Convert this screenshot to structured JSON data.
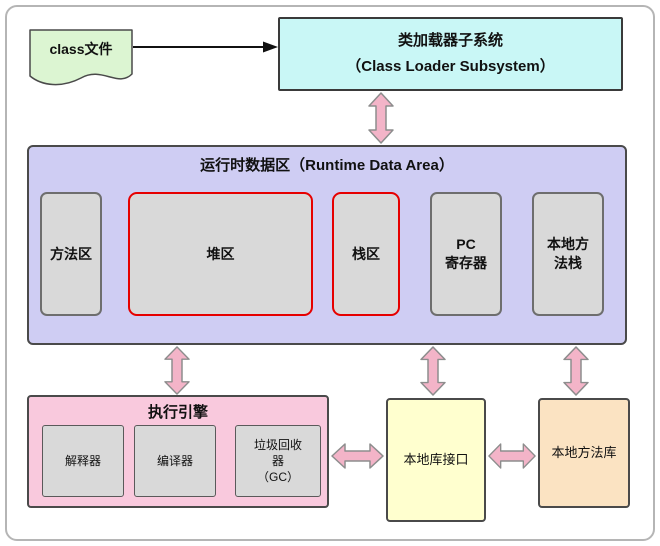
{
  "colors": {
    "class_file_bg": "#dcf5d2",
    "class_loader_bg": "#c9f7f6",
    "runtime_bg": "#cfcdf3",
    "inner_box_bg": "#d9d9d9",
    "engine_bg": "#f9c9dd",
    "native_interface_bg": "#ffffcf",
    "native_library_bg": "#fbe3c2",
    "arrow_fill": "#f3b4c8",
    "heap_stack_border": "#e60000"
  },
  "class_file": {
    "label": "class文件"
  },
  "class_loader": {
    "line1": "类加载器子系统",
    "line2": "（Class Loader Subsystem）"
  },
  "runtime": {
    "title": "运行时数据区（Runtime Data Area）",
    "method_area": "方法区",
    "heap": "堆区",
    "stack": "栈区",
    "pc_register": "PC\n寄存器",
    "native_method_stack": "本地方\n法栈"
  },
  "execution_engine": {
    "title": "执行引擎",
    "interpreter": "解释器",
    "compiler": "编译器",
    "gc": "垃圾回收\n器\n（GC）"
  },
  "native_interface": {
    "label": "本地库接口"
  },
  "native_library": {
    "label": "本地方法库"
  }
}
